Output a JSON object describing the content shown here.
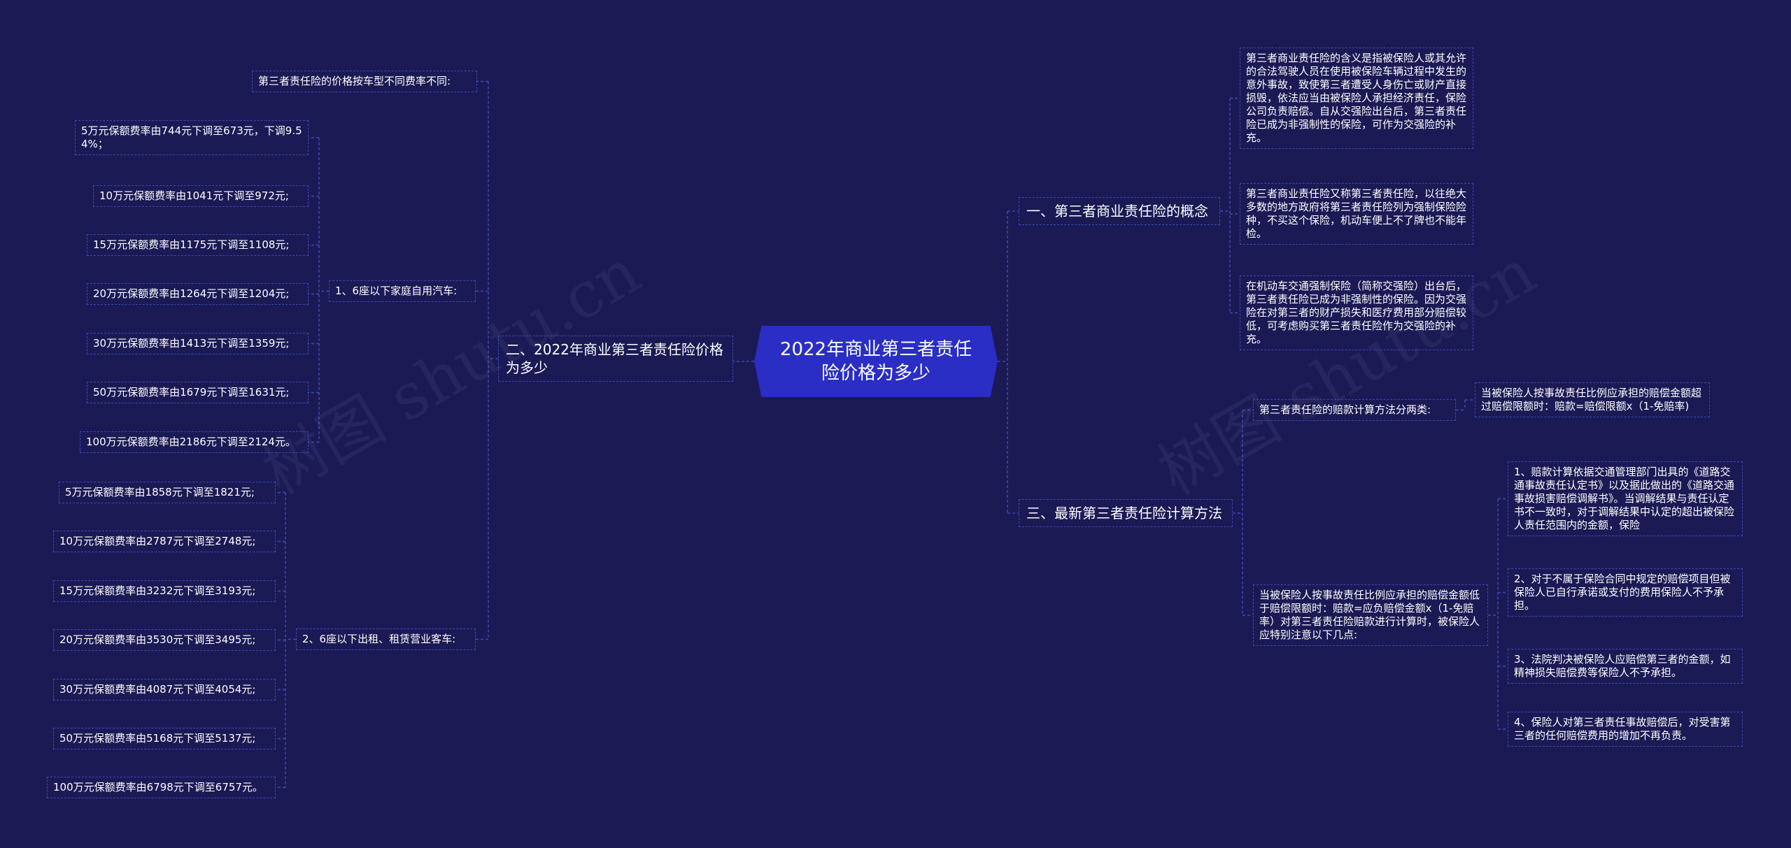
{
  "root": "2022年商业第三者责任险价格为多少",
  "watermark": "树图 shutu.cn",
  "left": {
    "branch": "二、2022年商业第三者责任险价格为多少",
    "intro": "第三者责任险的价格按车型不同费率不同:",
    "groups": [
      {
        "title": "1、6座以下家庭自用汽车:",
        "items": [
          "5万元保额费率由744元下调至673元，下调9.54%；",
          "10万元保额费率由1041元下调至972元;",
          "15万元保额费率由1175元下调至1108元;",
          "20万元保额费率由1264元下调至1204元;",
          "30万元保额费率由1413元下调至1359元;",
          "50万元保额费率由1679元下调至1631元;",
          "100万元保额费率由2186元下调至2124元。"
        ]
      },
      {
        "title": "2、6座以下出租、租赁营业客车:",
        "items": [
          "5万元保额费率由1858元下调至1821元;",
          "10万元保额费率由2787元下调至2748元;",
          "15万元保额费率由3232元下调至3193元;",
          "20万元保额费率由3530元下调至3495元;",
          "30万元保额费率由4087元下调至4054元;",
          "50万元保额费率由5168元下调至5137元;",
          "100万元保额费率由6798元下调至6757元。"
        ]
      }
    ]
  },
  "right": {
    "concept": {
      "title": "一、第三者商业责任险的概念",
      "items": [
        "第三者商业责任险的含义是指被保险人或其允许的合法驾驶人员在使用被保险车辆过程中发生的意外事故，致使第三者遭受人身伤亡或财产直接损毁，依法应当由被保险人承担经济责任，保险公司负责赔偿。自从交强险出台后，第三者责任险已成为非强制性的保险，可作为交强险的补充。",
        "第三者商业责任险又称第三者责任险，以往绝大多数的地方政府将第三者责任险列为强制保险险种，不买这个保险，机动车便上不了牌也不能年检。",
        "在机动车交通强制保险（简称交强险）出台后，第三者责任险已成为非强制性的保险。因为交强险在对第三者的财产损失和医疗费用部分赔偿较低，可考虑购买第三者责任险作为交强险的补充。"
      ]
    },
    "calc": {
      "title": "三、最新第三者责任险计算方法",
      "method_title": "第三者责任险的赔款计算方法分两类:",
      "method_detail": "当被保险人按事故责任比例应承担的赔偿金额超过赔偿限额时：赔款=赔偿限额x（1-免赔率)",
      "note": "当被保险人按事故责任比例应承担的赔偿金额低于赔偿限额时：赔款=应负赔偿金额x（1-免赔率）对第三者责任险赔款进行计算时，被保险人应特别注意以下几点:",
      "points": [
        "1、赔款计算依据交通管理部门出具的《道路交通事故责任认定书》以及据此做出的《道路交通事故损害赔偿调解书》。当调解结果与责任认定书不一致时，对于调解结果中认定的超出被保险人责任范围内的金额，保险",
        "2、对于不属于保险合同中规定的赔偿项目但被保险人已自行承诺或支付的费用保险人不予承担。",
        "3、法院判决被保险人应赔偿第三者的金额，如精神损失赔偿费等保险人不予承担。",
        "4、保险人对第三者责任事故赔偿后，对受害第三者的任何赔偿费用的增加不再负责。"
      ]
    }
  }
}
